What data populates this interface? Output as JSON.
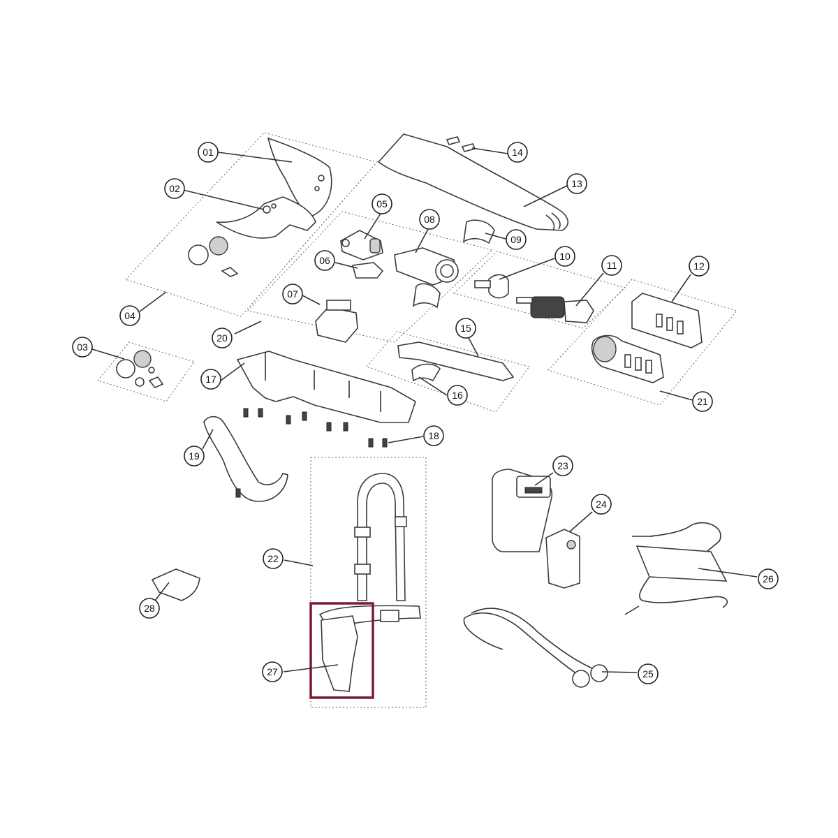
{
  "diagram": {
    "callouts": [
      "01",
      "02",
      "03",
      "04",
      "05",
      "06",
      "07",
      "08",
      "09",
      "10",
      "11",
      "12",
      "13",
      "14",
      "15",
      "16",
      "17",
      "18",
      "19",
      "20",
      "21",
      "22",
      "23",
      "24",
      "25",
      "26",
      "27",
      "28"
    ],
    "highlight": {
      "part": "27",
      "color": "#7b1c2e"
    }
  }
}
